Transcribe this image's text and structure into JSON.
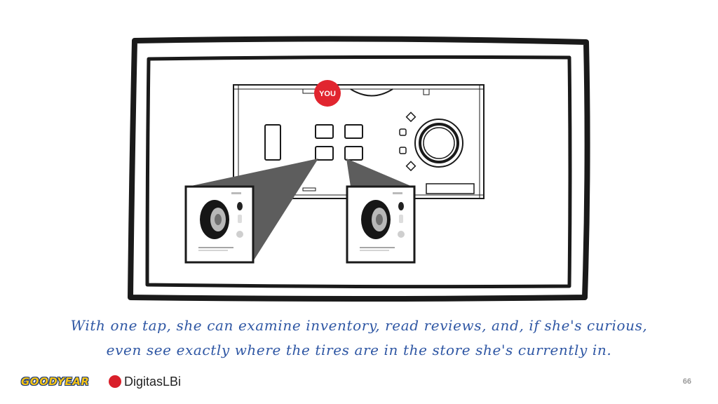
{
  "map": {
    "you_label": "YOU"
  },
  "caption": {
    "line1": "With one tap, she can examine inventory, read reviews, and, if she's curious,",
    "line2": "even see exactly where the tires are in the store she's currently in."
  },
  "footer": {
    "brand_goodyear": "GOODYEAR",
    "brand_digitas": "DigitasLBi",
    "page_number": "66"
  },
  "colors": {
    "caption": "#2f57a4",
    "pin": "#e1252f",
    "goodyear_yellow": "#f4c316",
    "digitas_red": "#d91f2a"
  }
}
